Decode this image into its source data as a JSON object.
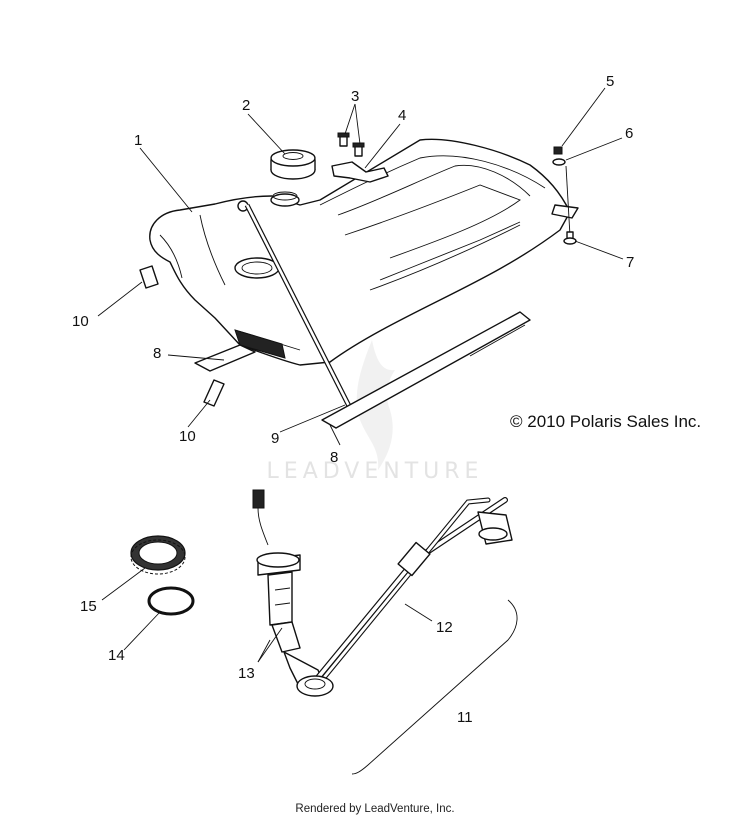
{
  "callouts": {
    "c1": "1",
    "c2": "2",
    "c3": "3",
    "c4": "4",
    "c5": "5",
    "c6": "6",
    "c7": "7",
    "c8a": "8",
    "c8b": "8",
    "c9": "9",
    "c10a": "10",
    "c10b": "10",
    "c11": "11",
    "c12": "12",
    "c13": "13",
    "c14": "14",
    "c15": "15"
  },
  "copyright": "© 2010 Polaris Sales Inc.",
  "watermark": "LEADVENTURE",
  "footer": "Rendered by LeadVenture, Inc.",
  "colors": {
    "ink": "#111111",
    "watermark": "#e3e3e3",
    "background": "#ffffff"
  }
}
